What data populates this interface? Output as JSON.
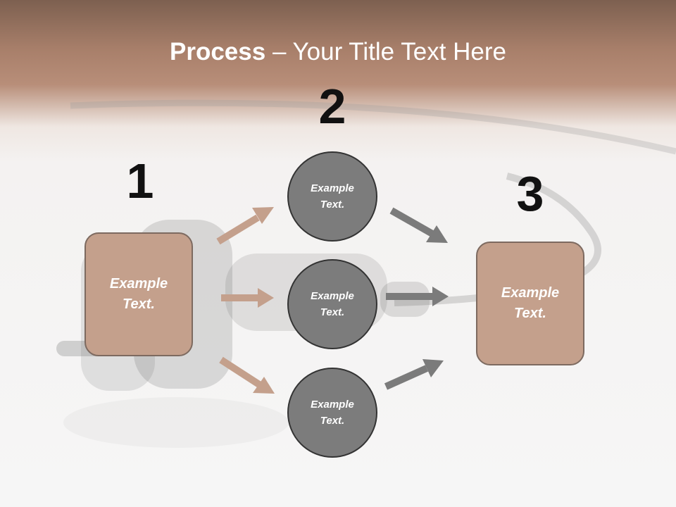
{
  "title": {
    "bold": "Process",
    "rest": " – Your Title Text Here"
  },
  "steps": [
    {
      "number": "1",
      "text": "Example Text."
    },
    {
      "number": "2",
      "circles": [
        "Example Text.",
        "Example Text.",
        "Example Text."
      ]
    },
    {
      "number": "3",
      "text": "Example Text."
    }
  ],
  "colors": {
    "header_brown": "#a87f6a",
    "box_fill": "#c4a08c",
    "box_border": "#7d6a60",
    "circle_fill": "#7c7c7c",
    "arrow_tan": "#c4a08c",
    "arrow_gray": "#7b7b7b"
  }
}
